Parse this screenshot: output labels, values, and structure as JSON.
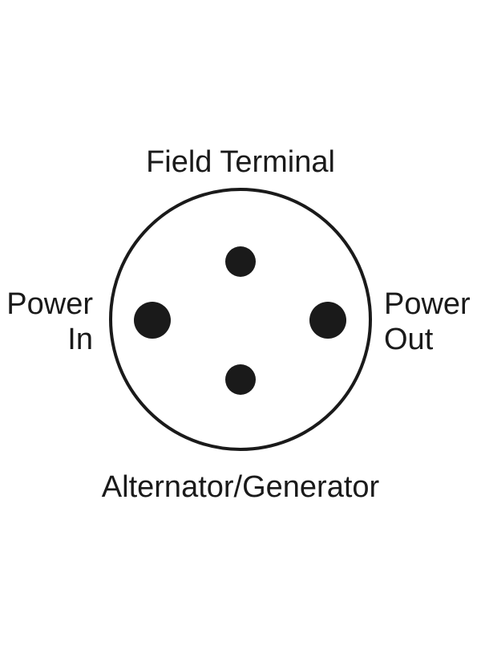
{
  "labels": {
    "top": "Field Terminal",
    "bottom": "Alternator/Generator",
    "left": [
      "Power",
      "In"
    ],
    "right": [
      "Power",
      "Out"
    ]
  },
  "colors": {
    "ink": "#1a1a1a",
    "background": "#ffffff"
  }
}
